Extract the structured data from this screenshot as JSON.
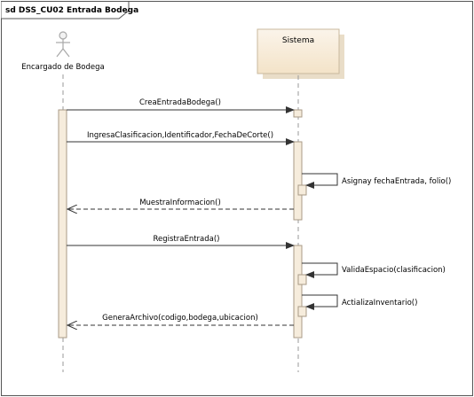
{
  "frame": {
    "title": "sd DSS_CU02 Entrada Bodega"
  },
  "actor": {
    "name": "Encargado de Bodega",
    "icon": "stick-figure-icon"
  },
  "object": {
    "name": "Sistema",
    "fill": "#f8eede",
    "border": "#c9b99e"
  },
  "colors": {
    "activation_fill": "#f6ecdc",
    "activation_border": "#a89a86",
    "lifeline": "#9a9a9a",
    "message": "#333333"
  },
  "messages": [
    {
      "label": "CreaEntradaBodega()",
      "type": "sync"
    },
    {
      "label": "IngresaClasificacion,Identificador,FechaDeCorte()",
      "type": "sync"
    },
    {
      "label": "Asignay fechaEntrada, folio()",
      "type": "self"
    },
    {
      "label": "MuestraInformacion()",
      "type": "return"
    },
    {
      "label": "RegistraEntrada()",
      "type": "sync"
    },
    {
      "label": "ValidaEspacio(clasificacion)",
      "type": "self"
    },
    {
      "label": "ActializaInventario()",
      "type": "self"
    },
    {
      "label": "GeneraArchivo(codigo,bodega,ubicacion)",
      "type": "return"
    }
  ]
}
